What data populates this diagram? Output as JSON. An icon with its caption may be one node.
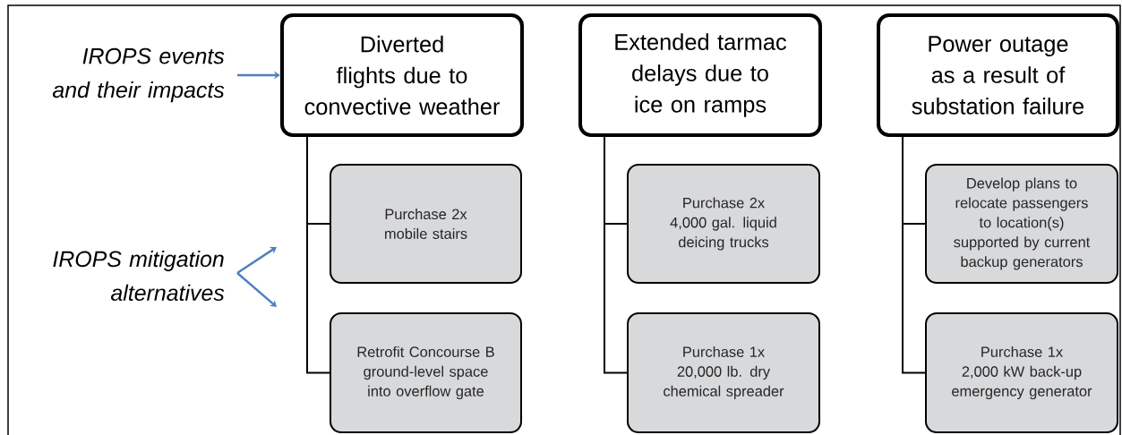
{
  "diagram": {
    "nodes": [
      {
        "text": [
          "IROPS events and their impacts"
        ]
      },
      {
        "text": [
          "Diverted flights due to convective weather"
        ]
      },
      {
        "text": [
          "Extended tarmac delays due to ice on ramps"
        ]
      },
      {
        "text": [
          "Power outage as a result of substation failure"
        ]
      },
      {
        "text": [
          "Purchase 2x mobile stairs"
        ]
      },
      {
        "text": [
          "Retrofit Concourse B ground-level space into overflow gate"
        ]
      },
      {
        "text": [
          "Purchase 2x 4,000 gal. liquid deicing trucks"
        ]
      },
      {
        "text": [
          "Purchase 1x 20,000 lb. dry chemical spreader"
        ]
      },
      {
        "text": [
          "Develop plans to relocate passengers to location(s) supported by current backup generators"
        ]
      },
      {
        "text": [
          "Purchase 1x 2,000 kW back-up emergency generator"
        ]
      },
      {
        "text": [
          "IROPS mitigation alternatives"
        ]
      }
    ],
    "edges": [
      {
        "from": 0,
        "to": 1,
        "arrow": "to",
        "color": "#4f81bd"
      },
      {
        "from": 10,
        "to": null,
        "arrow": "to",
        "color": "#4f81bd"
      },
      {
        "from": 10,
        "to": null,
        "arrow": "to",
        "color": "#4f81bd"
      },
      {
        "from": 1,
        "to": 4,
        "arrow": "none"
      },
      {
        "from": 1,
        "to": 5,
        "arrow": "none"
      },
      {
        "from": 2,
        "to": 6,
        "arrow": "none"
      },
      {
        "from": 2,
        "to": 7,
        "arrow": "none"
      },
      {
        "from": 3,
        "to": 8,
        "arrow": "none"
      },
      {
        "from": 3,
        "to": 9,
        "arrow": "none"
      }
    ]
  }
}
